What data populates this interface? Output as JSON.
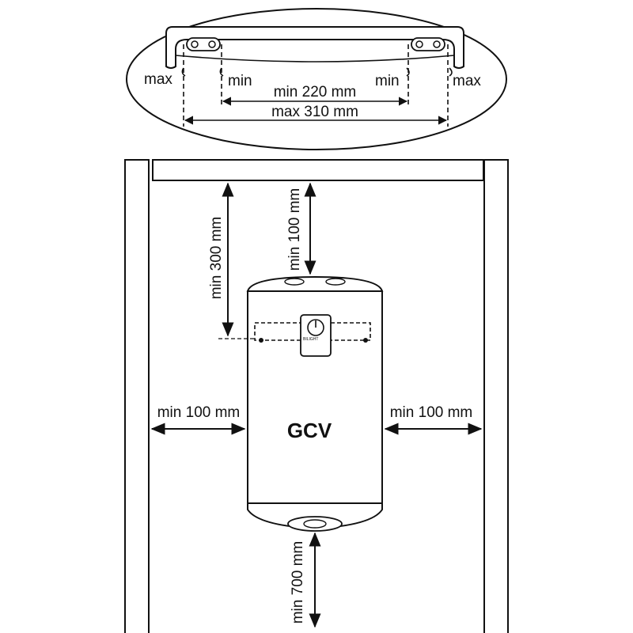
{
  "bracket": {
    "labels": {
      "max_left": "max",
      "min_left": "min",
      "min_right": "min",
      "max_right": "max"
    },
    "dimensions": {
      "min_spacing": "min 220 mm",
      "max_spacing": "max 310 mm"
    }
  },
  "clearances": {
    "top_to_bracket": "min 300 mm",
    "top": "min 100 mm",
    "left": "min 100 mm",
    "right": "min 100 mm",
    "bottom": "min 700 mm"
  },
  "heater": {
    "brand": "GCV",
    "panel_text": "BILIGHT"
  },
  "colors": {
    "line": "#1a1a1a",
    "wall_fill": "#ffffff",
    "heater_fill": "#ffffff"
  }
}
